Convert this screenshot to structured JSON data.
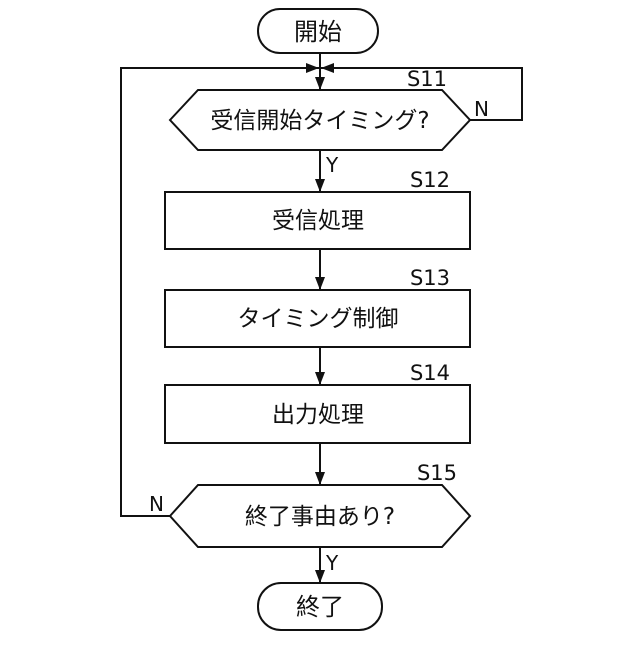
{
  "colors": {
    "background": "#ffffff",
    "stroke": "#111111",
    "text": "#111111"
  },
  "nodes": {
    "start": {
      "label": "開始"
    },
    "s11": {
      "step_id": "S11",
      "label": "受信開始タイミング?"
    },
    "s12": {
      "step_id": "S12",
      "label": "受信処理"
    },
    "s13": {
      "step_id": "S13",
      "label": "タイミング制御"
    },
    "s14": {
      "step_id": "S14",
      "label": "出力処理"
    },
    "s15": {
      "step_id": "S15",
      "label": "終了事由あり?"
    },
    "end": {
      "label": "終了"
    }
  },
  "branches": {
    "s11_yes": "Y",
    "s11_no": "N",
    "s15_yes": "Y",
    "s15_no": "N"
  }
}
